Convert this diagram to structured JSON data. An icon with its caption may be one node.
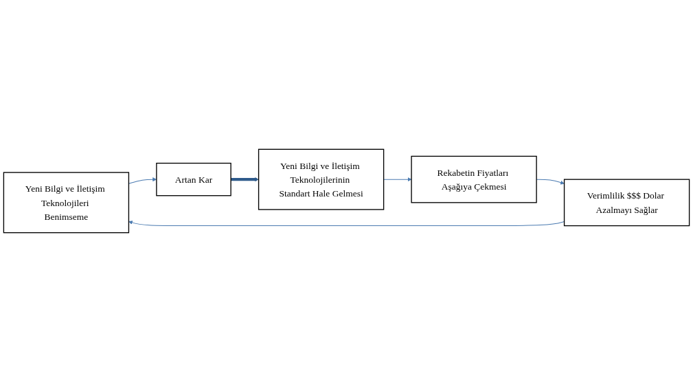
{
  "diagram": {
    "nodes": [
      {
        "text": [
          "Yeni Bilgi ve İletişim Teknolojileri Benimseme"
        ]
      },
      {
        "text": [
          "Verimlilik $$$ Dolar Azalmayı Sağlar"
        ]
      },
      {
        "text": [
          "Artan Kar"
        ]
      },
      {
        "text": [
          "Rekabetin Fiyatları Aşağıya Çekmesi"
        ]
      },
      {
        "text": [
          "Yeni Bilgi ve İletişim Teknolojilerinin Standart Hale Gelmesi"
        ]
      }
    ],
    "edges": [
      {
        "from": 0,
        "to": 2,
        "arrow": "to"
      },
      {
        "from": 2,
        "to": 4,
        "arrow": "to",
        "style": "thick",
        "color": "#2f5b8c"
      },
      {
        "from": 4,
        "to": 3,
        "arrow": "to"
      },
      {
        "from": 3,
        "to": 1,
        "arrow": "to"
      },
      {
        "from": 1,
        "to": 0,
        "arrow": "to"
      }
    ]
  }
}
